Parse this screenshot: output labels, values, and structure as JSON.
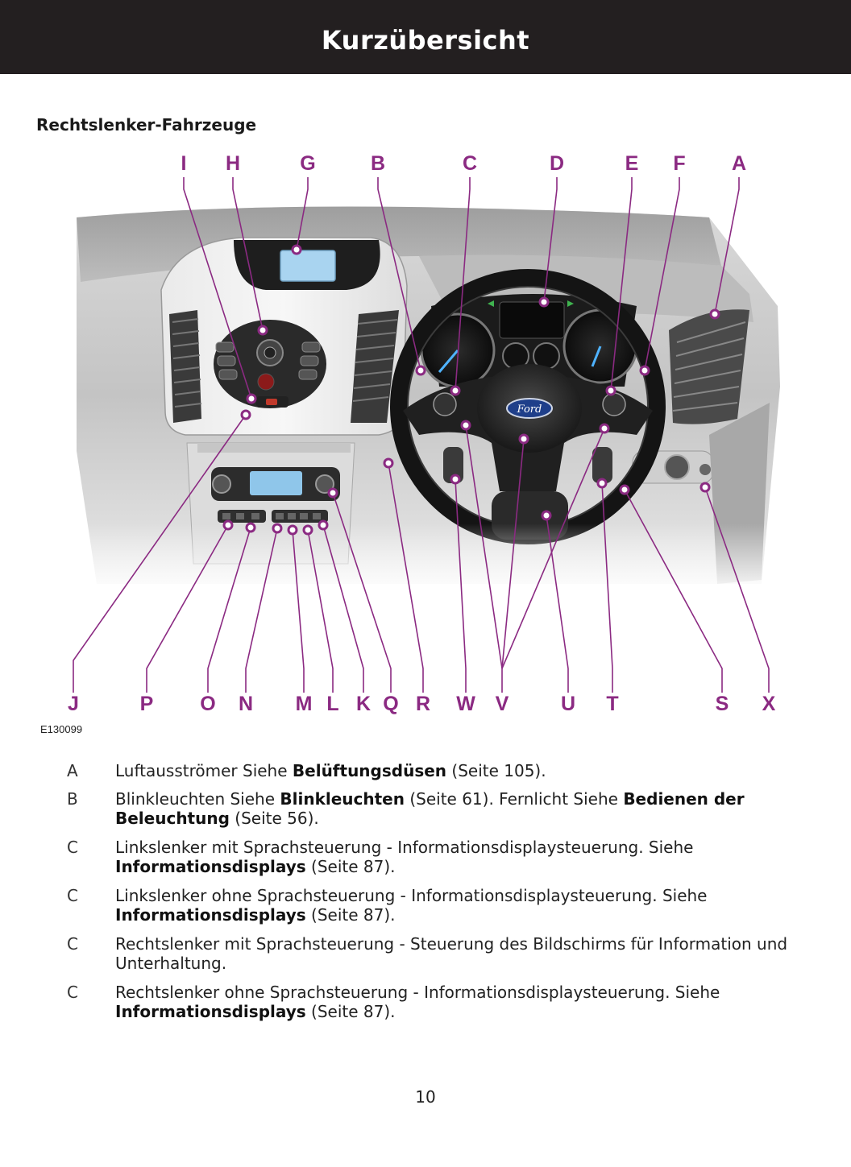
{
  "header": {
    "title": "Kurzübersicht"
  },
  "section": {
    "title": "Rechtslenker-Fahrzeuge"
  },
  "diagram": {
    "top_labels": [
      "I",
      "H",
      "G",
      "B",
      "C",
      "D",
      "E",
      "F",
      "A"
    ],
    "bottom_labels": [
      "J",
      "P",
      "O",
      "N",
      "M",
      "L",
      "K",
      "Q",
      "R",
      "W",
      "V",
      "U",
      "T",
      "S",
      "X"
    ],
    "steering_logo": "Ford",
    "figure_ref": "E130099",
    "colors": {
      "callout": "#8b2a82",
      "label": "#8b2a82",
      "display": "#a9d4f0"
    }
  },
  "legend": [
    {
      "key": "A",
      "segments": [
        {
          "t": "Luftausströmer  Siehe ",
          "b": false
        },
        {
          "t": "Belüftungsdüsen",
          "b": true
        },
        {
          "t": " (Seite 105).",
          "b": false
        }
      ]
    },
    {
      "key": "B",
      "segments": [
        {
          "t": "Blinkleuchten  Siehe ",
          "b": false
        },
        {
          "t": "Blinkleuchten",
          "b": true
        },
        {
          "t": " (Seite 61).  Fernlicht  Siehe ",
          "b": false
        },
        {
          "t": "Bedienen der Beleuchtung",
          "b": true
        },
        {
          "t": " (Seite 56).",
          "b": false
        }
      ]
    },
    {
      "key": "C",
      "segments": [
        {
          "t": "Linkslenker mit Sprachsteuerung - Informationsdisplaysteuerung.  Siehe ",
          "b": false
        },
        {
          "t": "Informationsdisplays",
          "b": true
        },
        {
          "t": " (Seite 87).",
          "b": false
        }
      ]
    },
    {
      "key": "C",
      "segments": [
        {
          "t": "Linkslenker ohne Sprachsteuerung - Informationsdisplaysteuerung.  Siehe ",
          "b": false
        },
        {
          "t": "Informationsdisplays",
          "b": true
        },
        {
          "t": " (Seite 87).",
          "b": false
        }
      ]
    },
    {
      "key": "C",
      "segments": [
        {
          "t": "Rechtslenker mit Sprachsteuerung - Steuerung des Bildschirms für Information und Unterhaltung.",
          "b": false
        }
      ]
    },
    {
      "key": "C",
      "segments": [
        {
          "t": "Rechtslenker ohne Sprachsteuerung - Informationsdisplaysteuerung.  Siehe ",
          "b": false
        },
        {
          "t": "Informationsdisplays",
          "b": true
        },
        {
          "t": " (Seite 87).",
          "b": false
        }
      ]
    }
  ],
  "page_number": "10"
}
